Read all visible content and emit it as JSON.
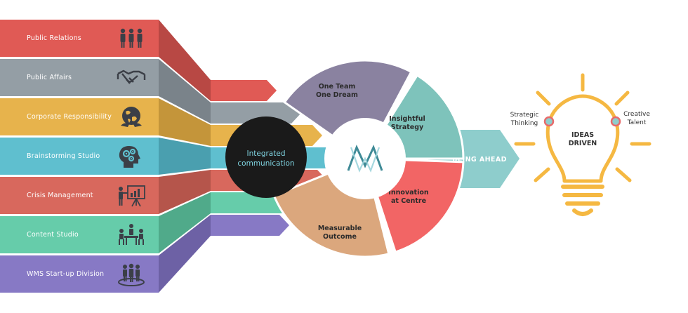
{
  "departments": [
    {
      "label": "Public Relations",
      "icon": "team-icon",
      "color": "#e05a55",
      "side": "#b84844",
      "strip": "#e05a55"
    },
    {
      "label": "Public Affairs",
      "icon": "handshake-icon",
      "color": "#949ea5",
      "side": "#7a838a",
      "strip": "#949ea5"
    },
    {
      "label": "Corporate Responsibility",
      "icon": "globe-hands-icon",
      "color": "#e7b34c",
      "side": "#c4953a",
      "strip": "#e7b34c"
    },
    {
      "label": "Brainstorming Studio",
      "icon": "head-gears-icon",
      "color": "#5fbfcf",
      "side": "#4a9faf",
      "strip": "#5fbfcf"
    },
    {
      "label": "Crisis Management",
      "icon": "presentation-icon",
      "color": "#d8685d",
      "side": "#b5554b",
      "strip": "#d8685d"
    },
    {
      "label": "Content Studio",
      "icon": "meeting-icon",
      "color": "#66ccaa",
      "side": "#50aa8a",
      "strip": "#66ccaa"
    },
    {
      "label": "WMS Start-up Division",
      "icon": "group-circle-icon",
      "color": "#8779c5",
      "side": "#6d61a5",
      "strip": "#8779c5"
    }
  ],
  "center": {
    "line1": "Integrated",
    "line2": "communication"
  },
  "wheel": [
    {
      "line1": "One Team",
      "line2": "One Dream",
      "color": "#8a82a0"
    },
    {
      "line1": "Insightful",
      "line2": "Strategy",
      "color": "#7ec3bb"
    },
    {
      "line1": "Innovation",
      "line2": "at Centre",
      "color": "#f26565"
    },
    {
      "line1": "Measurable",
      "line2": "Outcome",
      "color": "#dba77d"
    }
  ],
  "arrow": {
    "label": "BEING AHEAD",
    "color": "#8ecdcc"
  },
  "bulb": {
    "line1": "IDEAS",
    "line2": "DRIVEN",
    "color": "#f5b842",
    "dot_color": "#e86a6a"
  },
  "bulb_labels": {
    "left": {
      "line1": "Strategic",
      "line2": "Thinking"
    },
    "right": {
      "line1": "Creative",
      "line2": "Talent"
    }
  },
  "colors": {
    "icon": "#3b3f47",
    "center_circle": "#1a1a1a",
    "center_text": "#7fd3e0",
    "logo": "#3f8a96"
  }
}
